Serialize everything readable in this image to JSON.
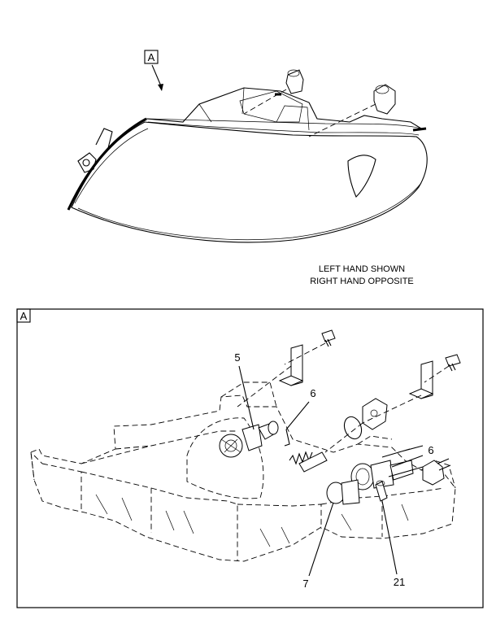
{
  "view_marker": "A",
  "detail_marker": "A",
  "note_line_1": "LEFT HAND SHOWN",
  "note_line_2": "RIGHT HAND OPPOSITE",
  "callouts": [
    "5",
    "6",
    "6",
    "7",
    "21"
  ]
}
